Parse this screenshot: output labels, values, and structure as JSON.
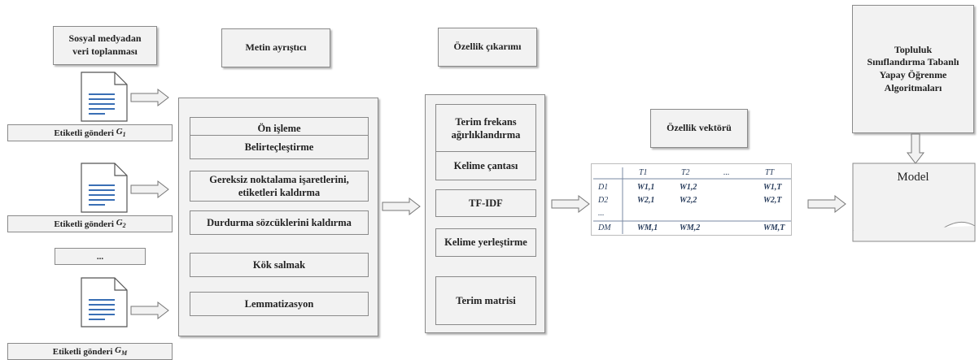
{
  "sources": {
    "title_line1": "Sosyal medyadan",
    "title_line2": "veri toplanması",
    "label1": "Etiketli gönderi",
    "sub1": "1",
    "label2": "Etiketli gönderi",
    "sub2": "2",
    "ellipsis": "...",
    "labelM": "Etiketli gönderi",
    "subM": "M",
    "g": "G"
  },
  "parser": {
    "title": "Metin ayrıştıcı",
    "steps": [
      "Ön işleme",
      "Belirteçleştirme",
      "Gereksiz noktalama işaretlerini, etiketleri kaldırma",
      "Durdurma sözcüklerini kaldırma",
      "Kök salmak",
      "Lemmatizasyon"
    ]
  },
  "features": {
    "title": "Özellik çıkarımı",
    "methods": [
      "Terim frekans ağırlıklandırma",
      "Kelime çantası",
      "TF-IDF",
      "Kelime yerleştirme",
      "Terim matrisi"
    ]
  },
  "vector": {
    "title": "Özellik vektörü",
    "col_headers": [
      "T1",
      "T2",
      "...",
      "TT"
    ],
    "rows": [
      {
        "id": "D1",
        "cells": [
          "W1,1",
          "W1,2",
          "W1,T"
        ]
      },
      {
        "id": "D2",
        "cells": [
          "W2,1",
          "W2,2",
          "W2,T"
        ]
      },
      {
        "id": "...",
        "cells": [
          "",
          "",
          ""
        ]
      },
      {
        "id": "DM",
        "cells": [
          "WM,1",
          "WM,2",
          "WM,T"
        ]
      }
    ]
  },
  "algorithm": {
    "line1": "Topluluk",
    "line2": "Sınıflandırma Tabanlı",
    "line3": "Yapay Öğrenme",
    "line4": "Algoritmaları"
  },
  "model": {
    "label": "Model"
  }
}
